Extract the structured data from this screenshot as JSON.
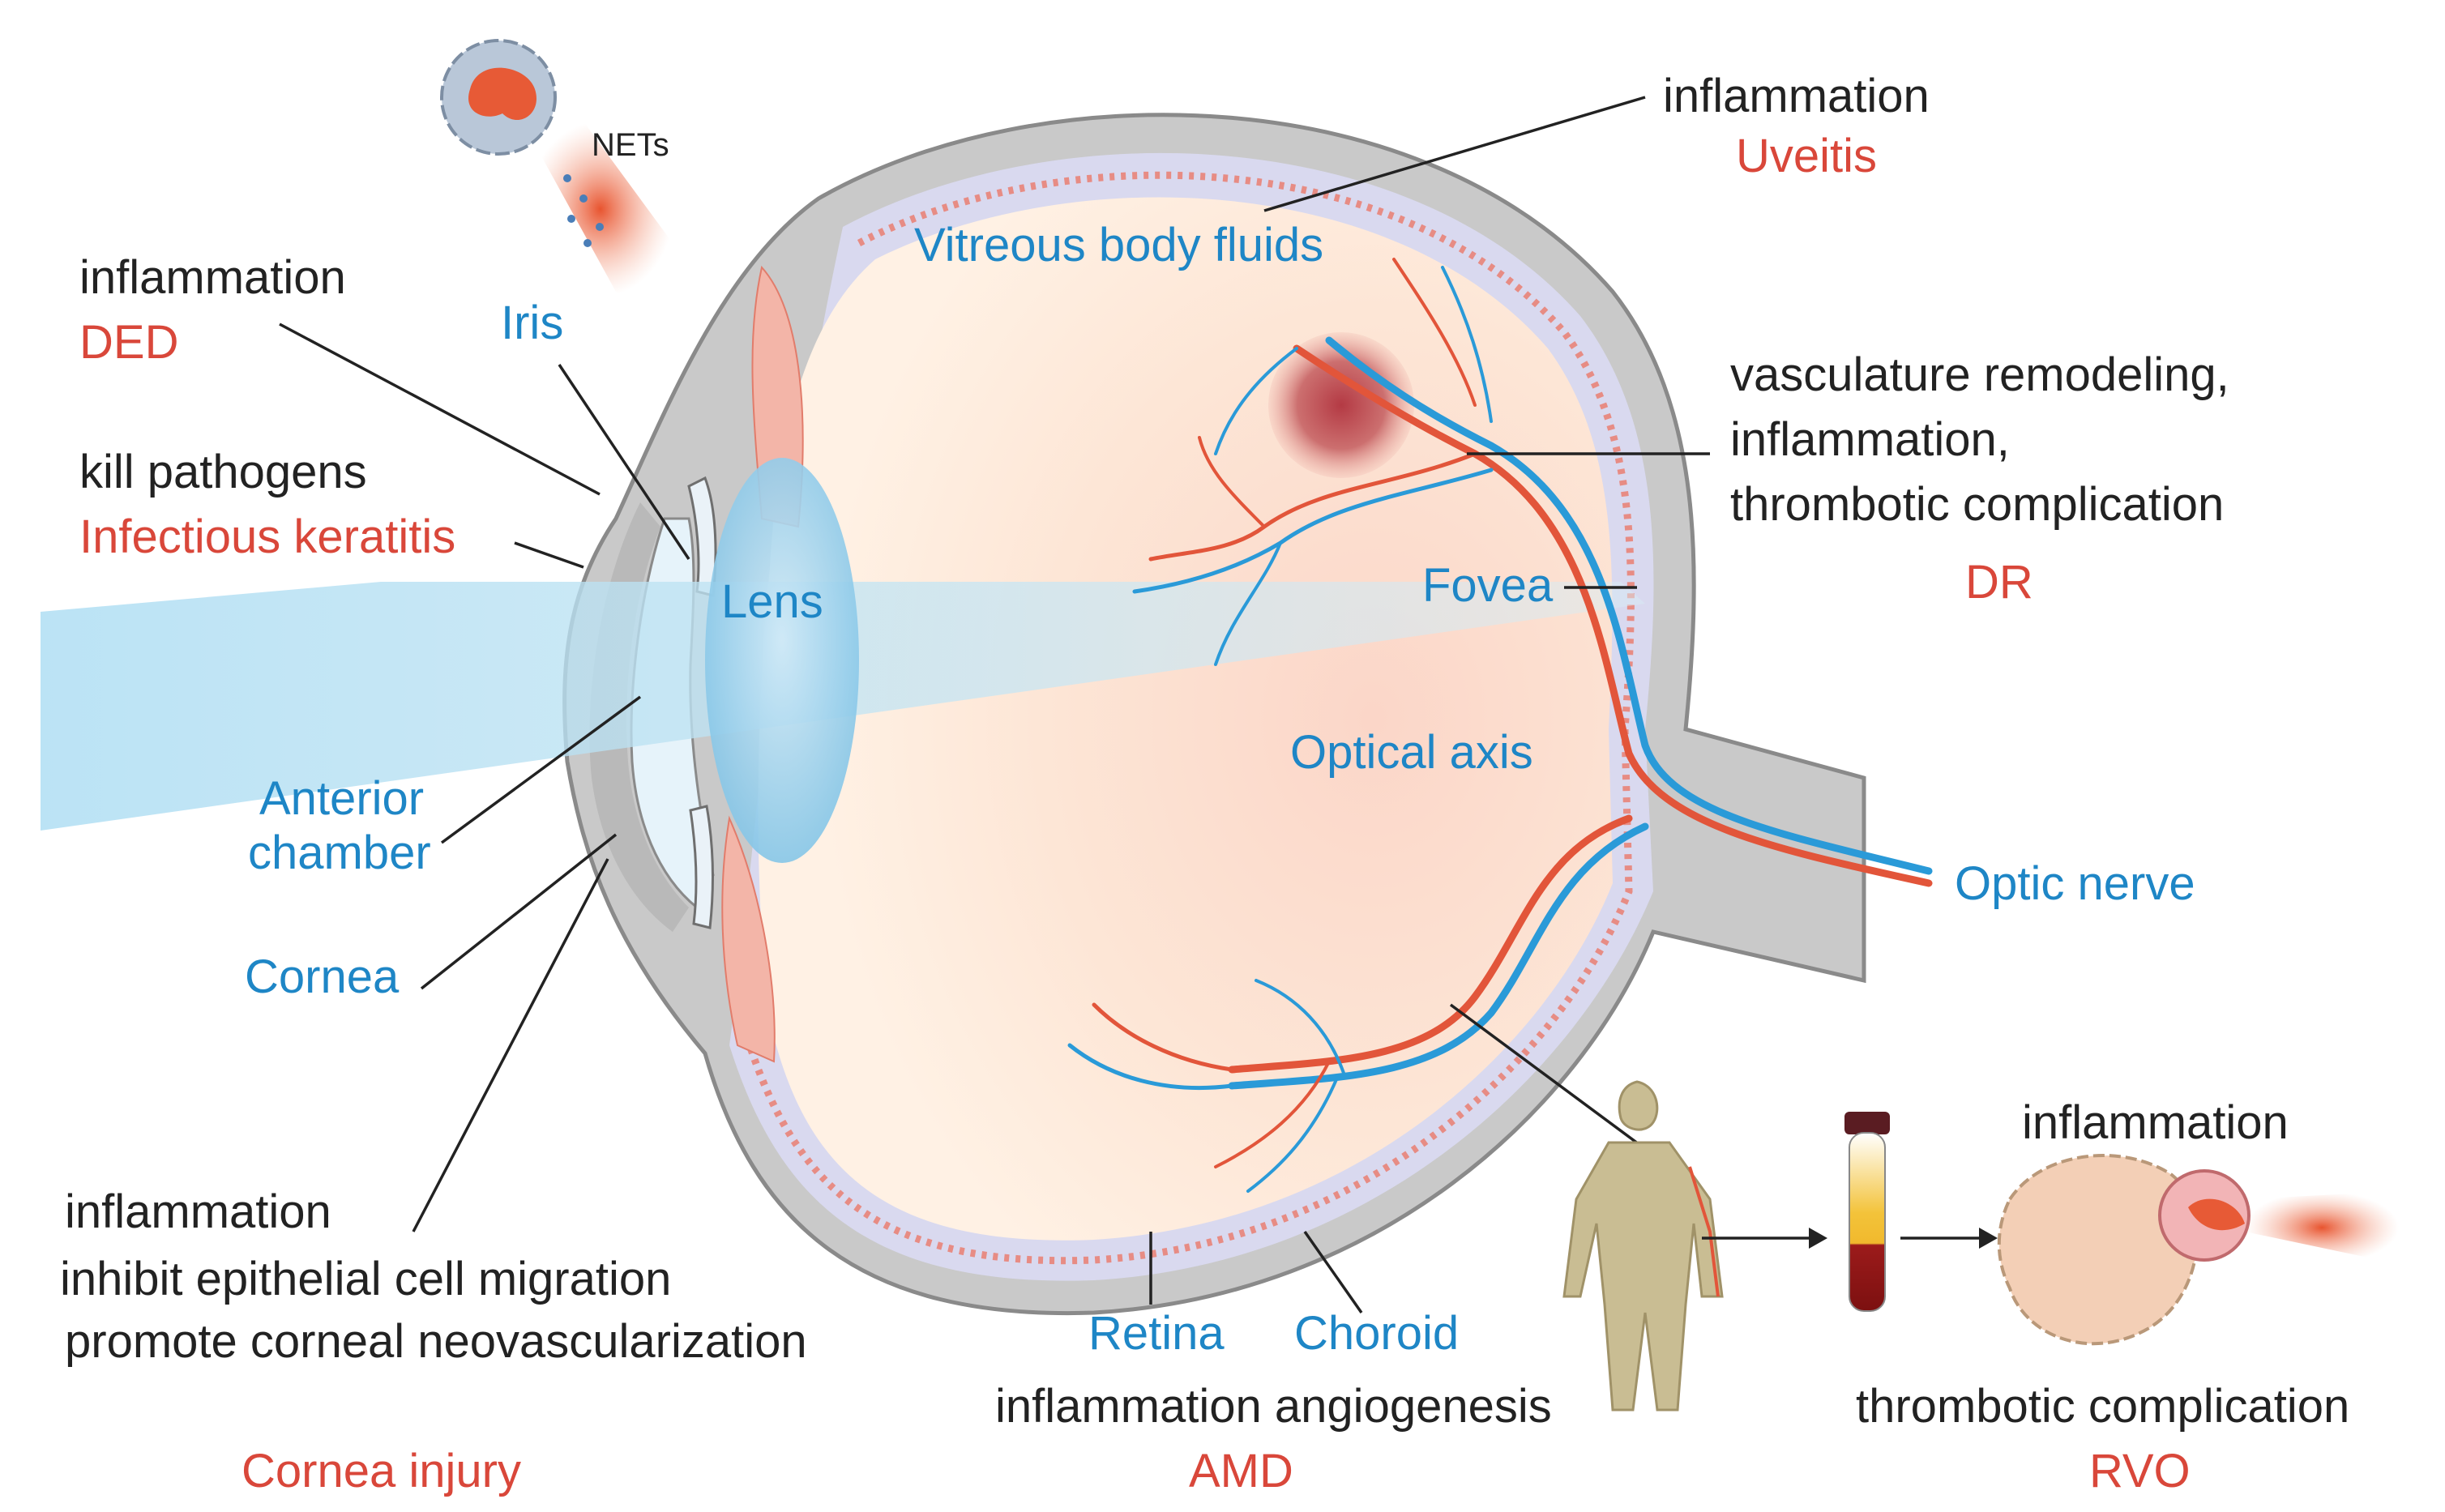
{
  "anatomy": {
    "iris": "Iris",
    "lens": "Lens",
    "vitreous": "Vitreous body fluids",
    "fovea": "Fovea",
    "optical_axis": "Optical axis",
    "anterior_chamber_1": "Anterior",
    "anterior_chamber_2": "chamber",
    "cornea": "Cornea",
    "optic_nerve": "Optic nerve",
    "retina": "Retina",
    "choroid": "Choroid",
    "nets": "NETs"
  },
  "annotations": {
    "ded": {
      "effect": "inflammation",
      "disease": "DED"
    },
    "keratitis": {
      "effect": "kill pathogens",
      "disease": "Infectious keratitis"
    },
    "uveitis": {
      "effect": "inflammation",
      "disease": "Uveitis"
    },
    "dr": {
      "effect_1": "vasculature remodeling,",
      "effect_2": "inflammation,",
      "effect_3": "thrombotic complication",
      "disease": "DR"
    },
    "cornea_injury": {
      "effect_1": "inflammation",
      "effect_2": "inhibit epithelial cell migration",
      "effect_3": "promote corneal neovascularization",
      "disease": "Cornea injury"
    },
    "amd": {
      "effect": "inflammation angiogenesis",
      "disease": "AMD"
    },
    "rvo": {
      "effect_top": "inflammation",
      "effect_bottom": "thrombotic complication",
      "disease": "RVO"
    }
  },
  "colors": {
    "disease_text": "#d9473a",
    "anatomy_text": "#1e86c6",
    "effect_text": "#222222",
    "sclera": "#c9c9c9",
    "choroid_layer": "#d9d9ef",
    "vitreous_fill": "#fde8d8",
    "light_beam": "#bfe3f3",
    "artery": "#e2553a",
    "vein": "#2a9ad8"
  }
}
